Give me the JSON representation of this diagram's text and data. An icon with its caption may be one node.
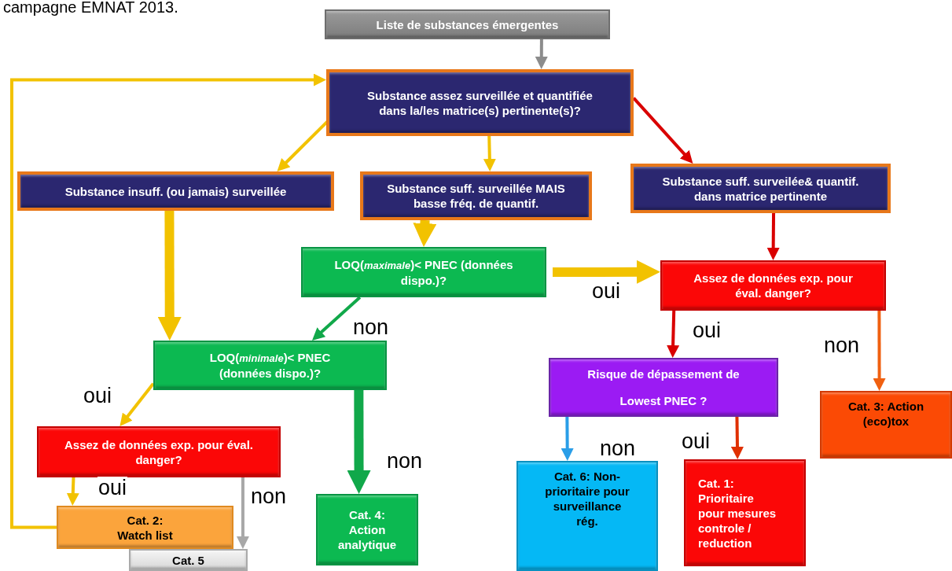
{
  "diagram": {
    "nodes": [
      {
        "text": [
          "Liste de substances émergentes"
        ]
      },
      {
        "text": [
          "Substance assez surveillée et quantifiée dans la/les matrice(s) pertinente(s)?"
        ]
      },
      {
        "text": [
          "Substance insuff. (ou jamais) surveillée"
        ]
      },
      {
        "text": [
          "Substance suff. surveillée MAIS basse fréq. de quantif."
        ]
      },
      {
        "text": [
          "Substance suff. surveilée& quantif. dans matrice pertinente"
        ]
      },
      {
        "text": [
          "LOQ(*maximale*)< PNEC (données dispo.)?"
        ]
      },
      {
        "text": [
          "Assez de données exp. pour éval. danger?"
        ]
      },
      {
        "text": [
          "LOQ(*minimale*)< PNEC (données dispo.)?"
        ]
      },
      {
        "text": [
          "Risque de dépassement de Lowest PNEC ?"
        ]
      },
      {
        "text": [
          "Cat. 3: Action (eco)tox"
        ]
      },
      {
        "text": [
          "Assez de données exp. pour éval. danger?"
        ]
      },
      {
        "text": [
          "Cat. 2: Watch list"
        ]
      },
      {
        "text": [
          "Cat. 5"
        ]
      },
      {
        "text": [
          "Cat. 4: Action analytique"
        ]
      },
      {
        "text": [
          "Cat. 6: Non-prioritaire pour surveillance rég."
        ]
      },
      {
        "text": [
          "Cat. 1: Prioritaire pour mesures controle / reduction"
        ]
      }
    ],
    "edges": [
      {
        "from": 0,
        "to": 1,
        "arrow": "to",
        "color": "#8c8c8c"
      },
      {
        "from": 1,
        "to": 2,
        "arrow": "to"
      },
      {
        "from": 1,
        "to": 3,
        "arrow": "to"
      },
      {
        "from": 1,
        "to": 4,
        "arrow": "to",
        "color": "#d90000"
      },
      {
        "from": 2,
        "to": 7,
        "arrow": "to",
        "style": "thick"
      },
      {
        "from": 3,
        "to": 5,
        "arrow": "to",
        "style": "thick"
      },
      {
        "from": 4,
        "to": 6,
        "arrow": "to",
        "color": "#d90000"
      },
      {
        "from": 5,
        "to": 6,
        "arrow": "to",
        "label": "oui",
        "style": "thick"
      },
      {
        "from": 5,
        "to": 7,
        "arrow": "to",
        "label": "non",
        "color": "#11a84a"
      },
      {
        "from": 6,
        "to": 8,
        "arrow": "to",
        "label": "oui",
        "color": "#d90000"
      },
      {
        "from": 6,
        "to": 9,
        "arrow": "to",
        "label": "non",
        "color": "#f06010"
      },
      {
        "from": 7,
        "to": 10,
        "arrow": "to",
        "label": "oui"
      },
      {
        "from": 7,
        "to": 13,
        "arrow": "to",
        "label": "non",
        "style": "thick",
        "color": "#11a84a"
      },
      {
        "from": 8,
        "to": 14,
        "arrow": "to",
        "label": "non",
        "color": "#2a9ee8"
      },
      {
        "from": 8,
        "to": 15,
        "arrow": "to",
        "label": "oui",
        "color": "#e03000"
      },
      {
        "from": 10,
        "to": 11,
        "arrow": "to",
        "label": "oui"
      },
      {
        "from": 10,
        "to": 12,
        "arrow": "to",
        "label": "non",
        "color": "#a8a8a8"
      },
      {
        "from": 11,
        "to": 1,
        "arrow": "to"
      }
    ],
    "labels": [
      "campagne EMNAT 2013."
    ]
  }
}
